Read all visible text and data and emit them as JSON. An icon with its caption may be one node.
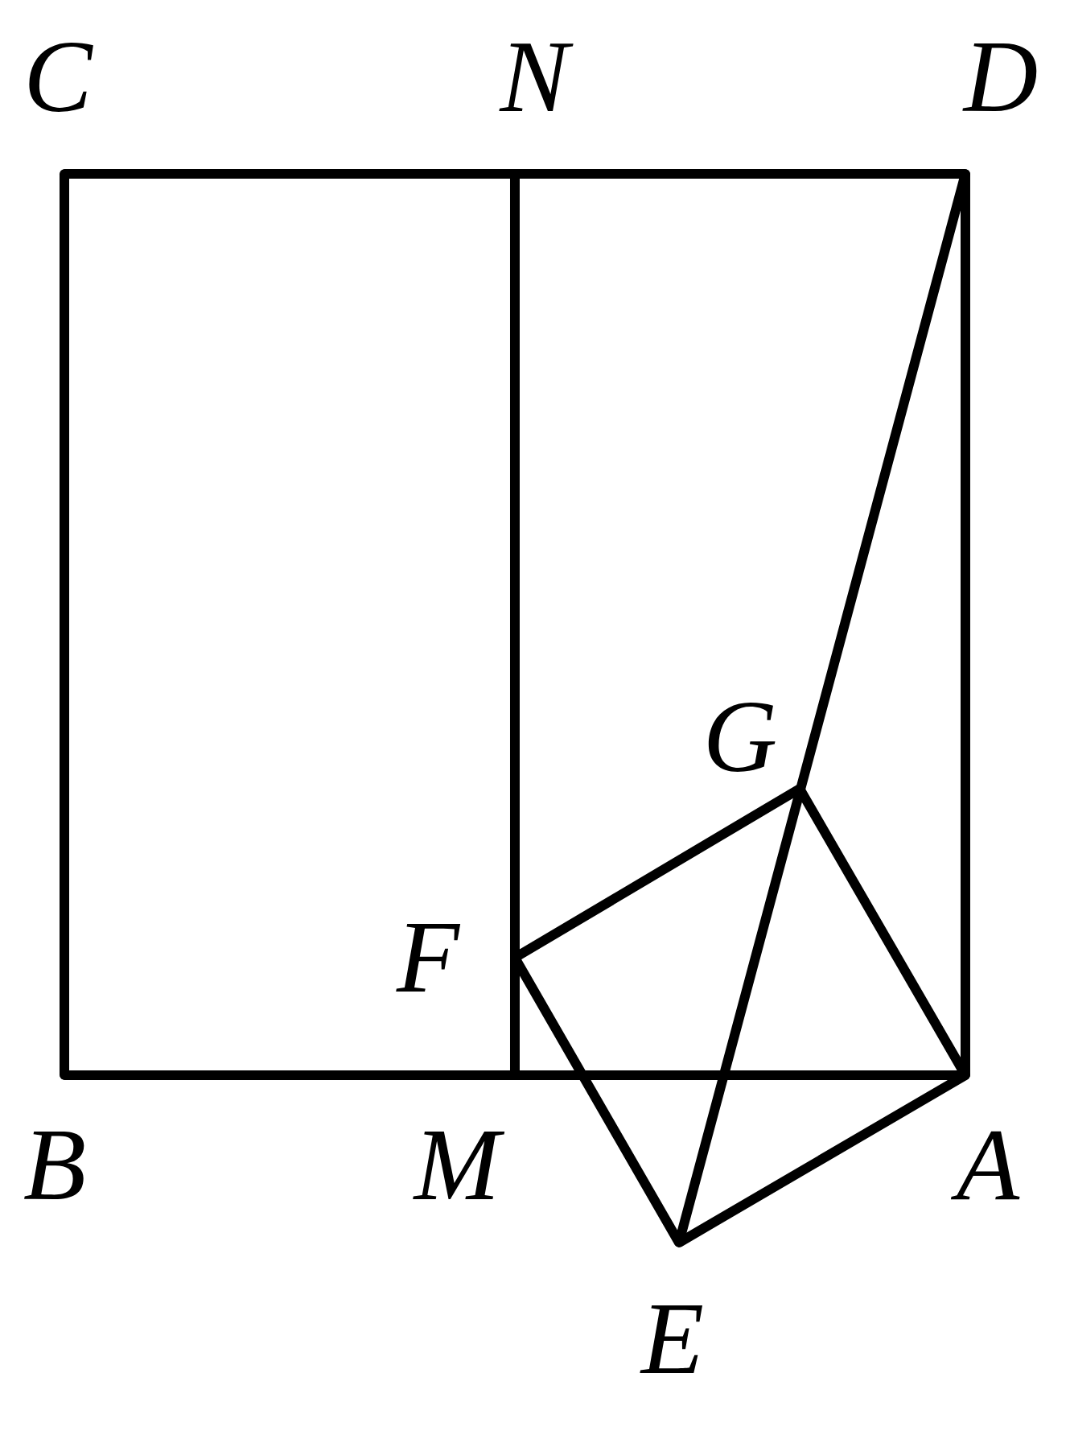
{
  "diagram": {
    "nodes": [
      {
        "text": [
          "C"
        ]
      },
      {
        "text": [
          "N"
        ]
      },
      {
        "text": [
          "D"
        ]
      },
      {
        "text": [
          "G"
        ]
      },
      {
        "text": [
          "F"
        ]
      },
      {
        "text": [
          "B"
        ]
      },
      {
        "text": [
          "M"
        ]
      },
      {
        "text": [
          "A"
        ]
      },
      {
        "text": [
          "E"
        ]
      }
    ],
    "edges": [
      {
        "from": 0,
        "to": 2,
        "arrow": "none"
      },
      {
        "from": 0,
        "to": 5,
        "arrow": "none"
      },
      {
        "from": 2,
        "to": 7,
        "arrow": "none"
      },
      {
        "from": 5,
        "to": 7,
        "arrow": "none"
      },
      {
        "from": 1,
        "to": 6,
        "arrow": "none"
      },
      {
        "from": 2,
        "to": 8,
        "arrow": "none"
      },
      {
        "from": 4,
        "to": 3,
        "arrow": "none"
      },
      {
        "from": 3,
        "to": 7,
        "arrow": "none"
      },
      {
        "from": 4,
        "to": 8,
        "arrow": "none"
      },
      {
        "from": 8,
        "to": 7,
        "arrow": "none"
      }
    ]
  }
}
